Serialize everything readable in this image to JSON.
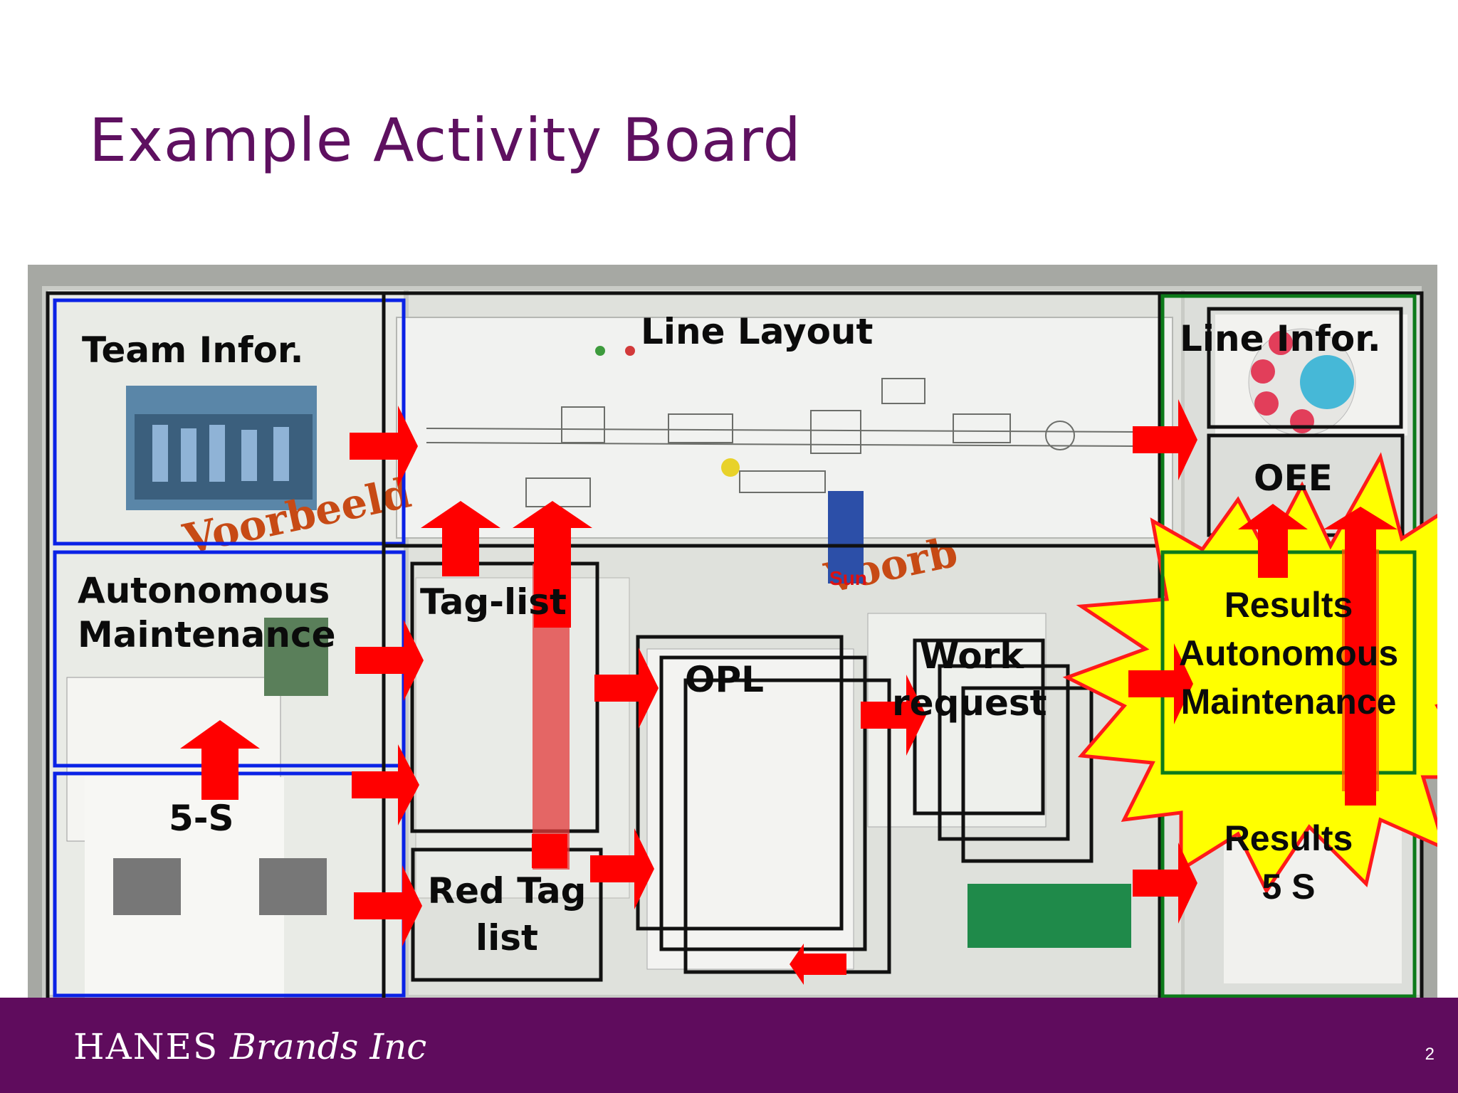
{
  "slide": {
    "title": "Example Activity Board",
    "page_number": "2"
  },
  "footer": {
    "logo_main": "HANES",
    "logo_sub": "Brands Inc"
  },
  "board": {
    "labels": {
      "team_infor": "Team Infor.",
      "autonomous": "Autonomous",
      "maintenance": "Maintenance",
      "five_s_left": "5-S",
      "line_layout": "Line Layout",
      "tag_list": "Tag-list",
      "red_tag": "Red Tag",
      "red_tag_list": "list",
      "opl": "OPL",
      "work": "Work",
      "request": "request",
      "line_infor": "Line Infor.",
      "oee": "OEE",
      "results_am_1": "Results",
      "results_am_2": "Autonomous",
      "results_am_3": "Maintenance",
      "results_5s_1": "Results",
      "results_5s_2": "5 S"
    },
    "colors": {
      "arrow": "#ff0000",
      "team_box": "#0a22e6",
      "results_box": "#0d7a1a",
      "star_fill": "#ffff00",
      "star_stroke": "#ff1a1a"
    }
  }
}
